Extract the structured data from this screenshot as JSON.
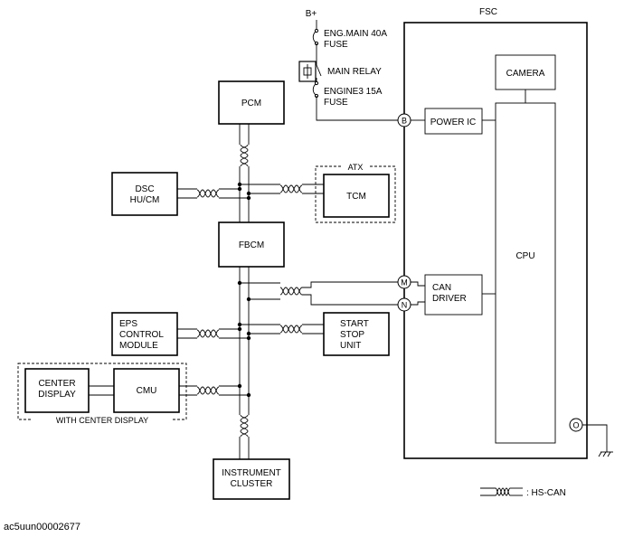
{
  "supply": {
    "bplus": "B+",
    "eng_main_fuse": [
      "ENG.MAIN 40A",
      "FUSE"
    ],
    "main_relay": "MAIN RELAY",
    "engine3_fuse": [
      "ENGINE3 15A",
      "FUSE"
    ]
  },
  "fsc": {
    "title": "FSC",
    "camera": "CAMERA",
    "power_ic": "POWER IC",
    "cpu": "CPU",
    "can_driver": [
      "CAN",
      "DRIVER"
    ],
    "terminals": {
      "b": "B",
      "m": "M",
      "n": "N",
      "o": "O"
    }
  },
  "modules": {
    "pcm": "PCM",
    "dsc": [
      "DSC",
      "HU/CM"
    ],
    "tcm": "TCM",
    "atx": "ATX",
    "fbcm": "FBCM",
    "eps": [
      "EPS",
      "CONTROL",
      "MODULE"
    ],
    "start_stop": [
      "START",
      "STOP",
      "UNIT"
    ],
    "center_display": [
      "CENTER",
      "DISPLAY"
    ],
    "cmu": "CMU",
    "with_center_display": "WITH CENTER DISPLAY",
    "instrument_cluster": [
      "INSTRUMENT",
      "CLUSTER"
    ]
  },
  "legend": {
    "label": ": HS-CAN"
  },
  "footer": {
    "code": "ac5uun00002677"
  }
}
